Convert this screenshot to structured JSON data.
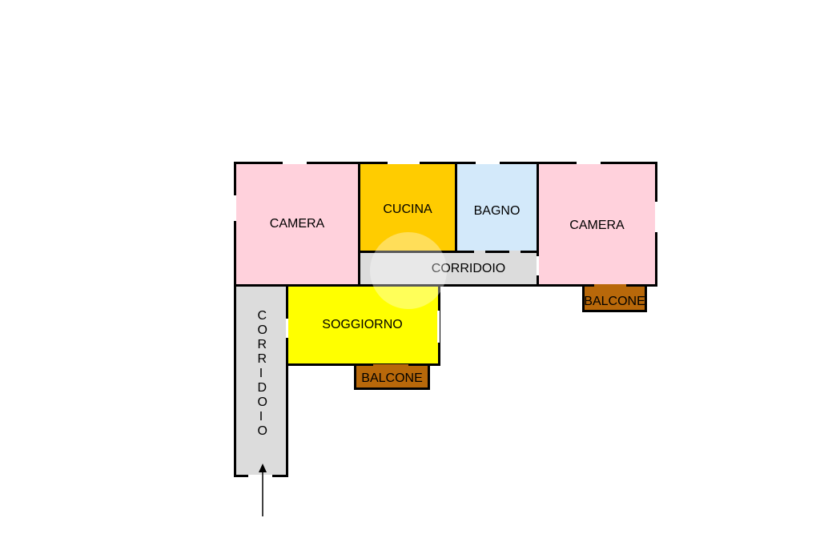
{
  "rooms": {
    "camera_left": {
      "label": "CAMERA",
      "color": "#FFD1DC"
    },
    "cucina": {
      "label": "CUCINA",
      "color": "#FFCC00"
    },
    "bagno": {
      "label": "BAGNO",
      "color": "#D3E9FA"
    },
    "camera_right": {
      "label": "CAMERA",
      "color": "#FFD1DC"
    },
    "corridoio_h": {
      "label": "CORRIDOIO",
      "color": "#DCDCDC"
    },
    "corridoio_v": {
      "label": "CORRIDOIO",
      "color": "#DCDCDC"
    },
    "soggiorno": {
      "label": "SOGGIORNO",
      "color": "#FFFF00"
    },
    "balcone_left": {
      "label": "BALCONE",
      "color": "#B8680A"
    },
    "balcone_right": {
      "label": "BALCONE",
      "color": "#B8680A"
    }
  },
  "entrance": {
    "arrow": "entrance-arrow"
  }
}
